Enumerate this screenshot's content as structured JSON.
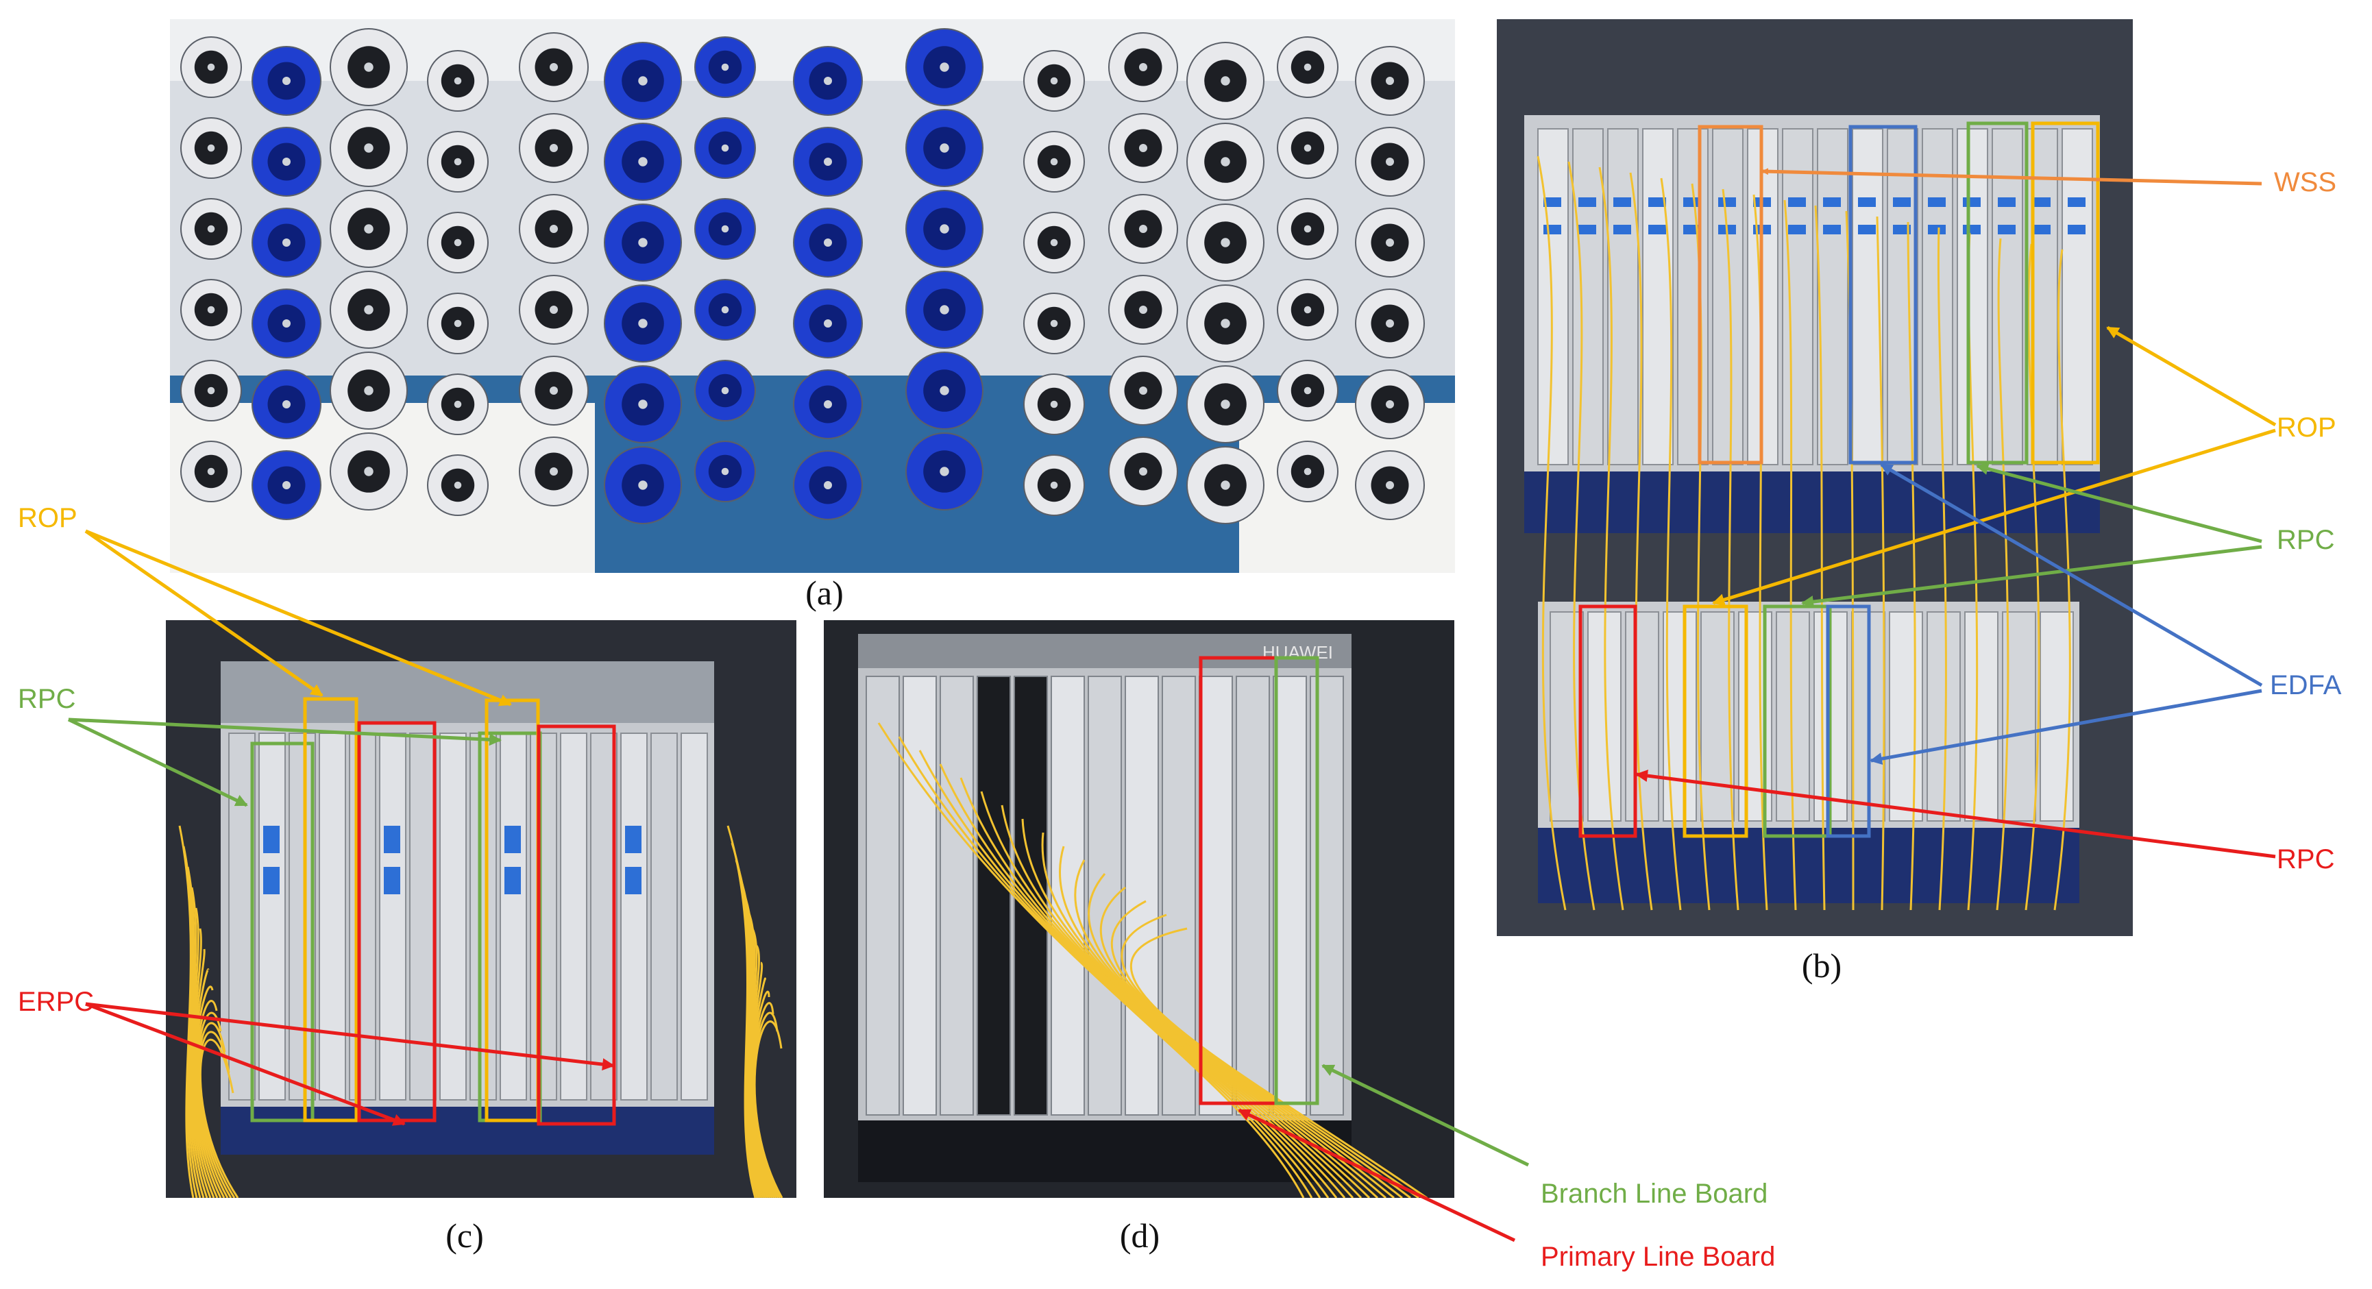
{
  "captions": {
    "a": "(a)",
    "b": "(b)",
    "c": "(c)",
    "d": "(d)"
  },
  "labels": {
    "wss": "WSS",
    "rop_b": "ROP",
    "rpc_b_green": "RPC",
    "edfa": "EDFA",
    "rpc_b_red": "RPC",
    "rop_c": "ROP",
    "rpc_c": "RPC",
    "erpc": "ERPC",
    "branch_line_board": "Branch Line Board",
    "primary_line_board": "Primary Line Board"
  },
  "photo_text": {
    "vendor_logo": "HUAWEI"
  },
  "colors": {
    "orange": "#f08a3c",
    "yellow": "#f5b800",
    "green": "#70ad47",
    "blue": "#4472c4",
    "red": "#e81c1c",
    "rack_blue": "#1e3070",
    "spool_blue": "#1f3fcf",
    "spool_white": "#e8e9ec"
  }
}
